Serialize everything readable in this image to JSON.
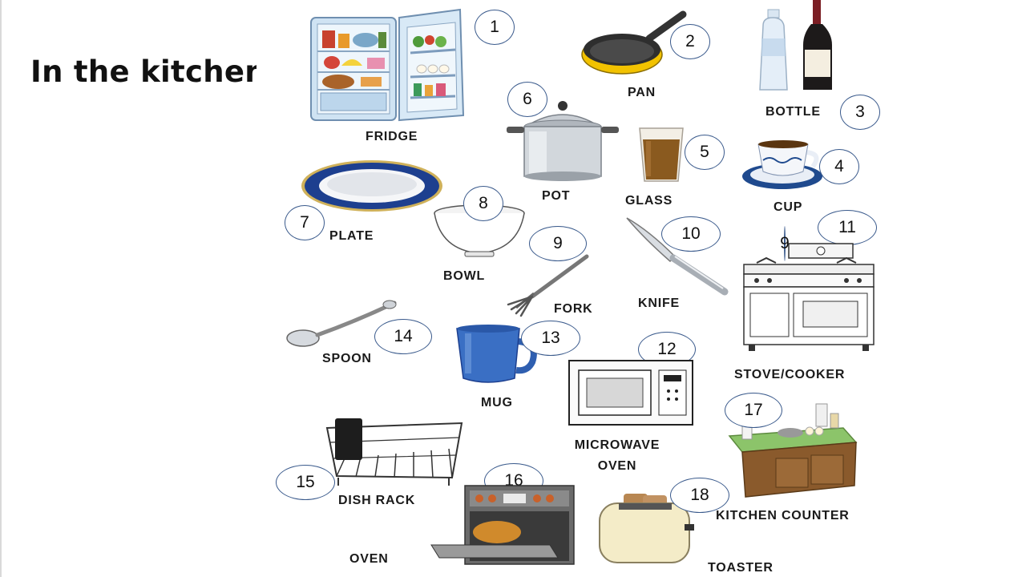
{
  "title": "In the kitchen",
  "items": [
    {
      "n": "1",
      "label": "FRIDGE",
      "icon": "fridge-icon"
    },
    {
      "n": "2",
      "label": "PAN",
      "icon": "pan-icon"
    },
    {
      "n": "3",
      "label": "BOTTLE",
      "icon": "bottle-icon"
    },
    {
      "n": "4",
      "label": "CUP",
      "icon": "cup-icon"
    },
    {
      "n": "5",
      "label": "GLASS",
      "icon": "glass-icon"
    },
    {
      "n": "6",
      "label": "POT",
      "icon": "pot-icon"
    },
    {
      "n": "7",
      "label": "PLATE",
      "icon": "plate-icon"
    },
    {
      "n": "8",
      "label": "BOWL",
      "icon": "bowl-icon"
    },
    {
      "n": "9",
      "label": "FORK",
      "icon": "fork-icon"
    },
    {
      "n": "10",
      "label": "KNIFE",
      "icon": "knife-icon"
    },
    {
      "n": "11",
      "label": "STOVE/COOKER",
      "icon": "stove-icon"
    },
    {
      "n": "12",
      "label": "MICROWAVE OVEN",
      "label_line1": "MICROWAVE",
      "label_line2": "OVEN",
      "icon": "microwave-icon"
    },
    {
      "n": "13",
      "label": "MUG",
      "icon": "mug-icon"
    },
    {
      "n": "14",
      "label": "SPOON",
      "icon": "spoon-icon"
    },
    {
      "n": "15",
      "label": "DISH RACK",
      "icon": "dish-rack-icon"
    },
    {
      "n": "16",
      "label": "OVEN",
      "icon": "oven-icon"
    },
    {
      "n": "17",
      "label": "KITCHEN COUNTER",
      "icon": "kitchen-counter-icon"
    },
    {
      "n": "18",
      "label": "TOASTER",
      "icon": "toaster-icon"
    }
  ],
  "colors": {
    "circle_border": "#3a5a8c",
    "mug_blue": "#3a6fc4",
    "plate_rim": "#1d3f8f",
    "pan_yellow": "#f2c200"
  }
}
